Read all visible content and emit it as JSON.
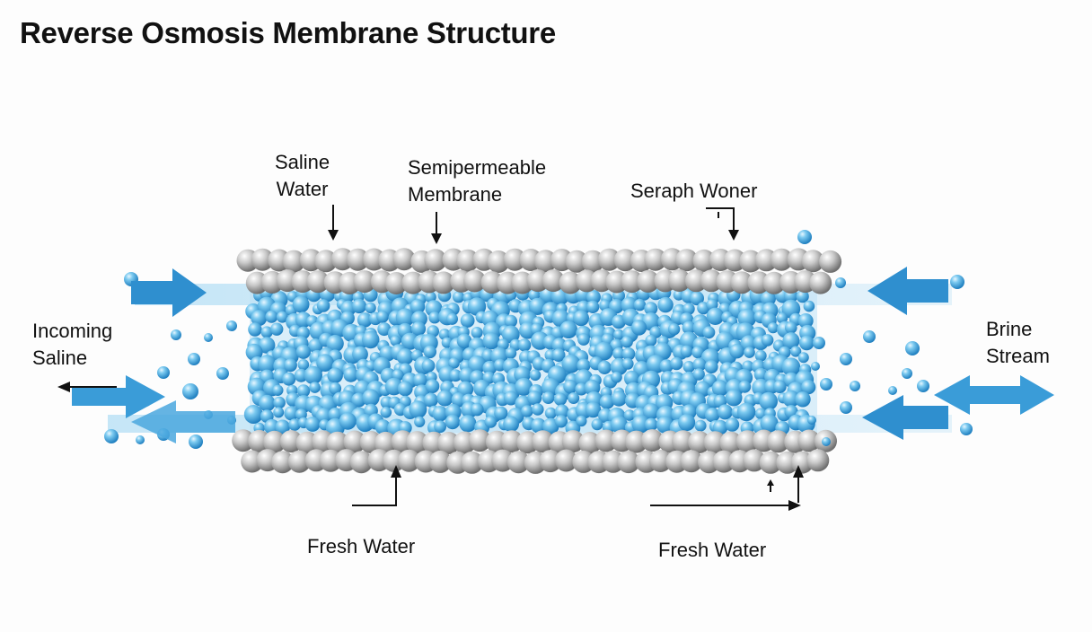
{
  "title": "Reverse Osmosis Membrane Structure",
  "labels": {
    "saline_water": "Saline\nWater",
    "semipermeable_membrane": "Semipermeable\nMembrane",
    "seraph_woner": "Seraph Woner",
    "incoming_saline": "Incoming\nSaline",
    "brine_stream": "Brine\nStream",
    "fresh_water_left": "Fresh Water",
    "fresh_water_right": "Fresh Water"
  },
  "colors": {
    "water_blue": "#3fa3dd",
    "arrow_blue": "#2f8fcf",
    "membrane_gray": "#9a9a9a",
    "background": "#fdfdfd"
  }
}
